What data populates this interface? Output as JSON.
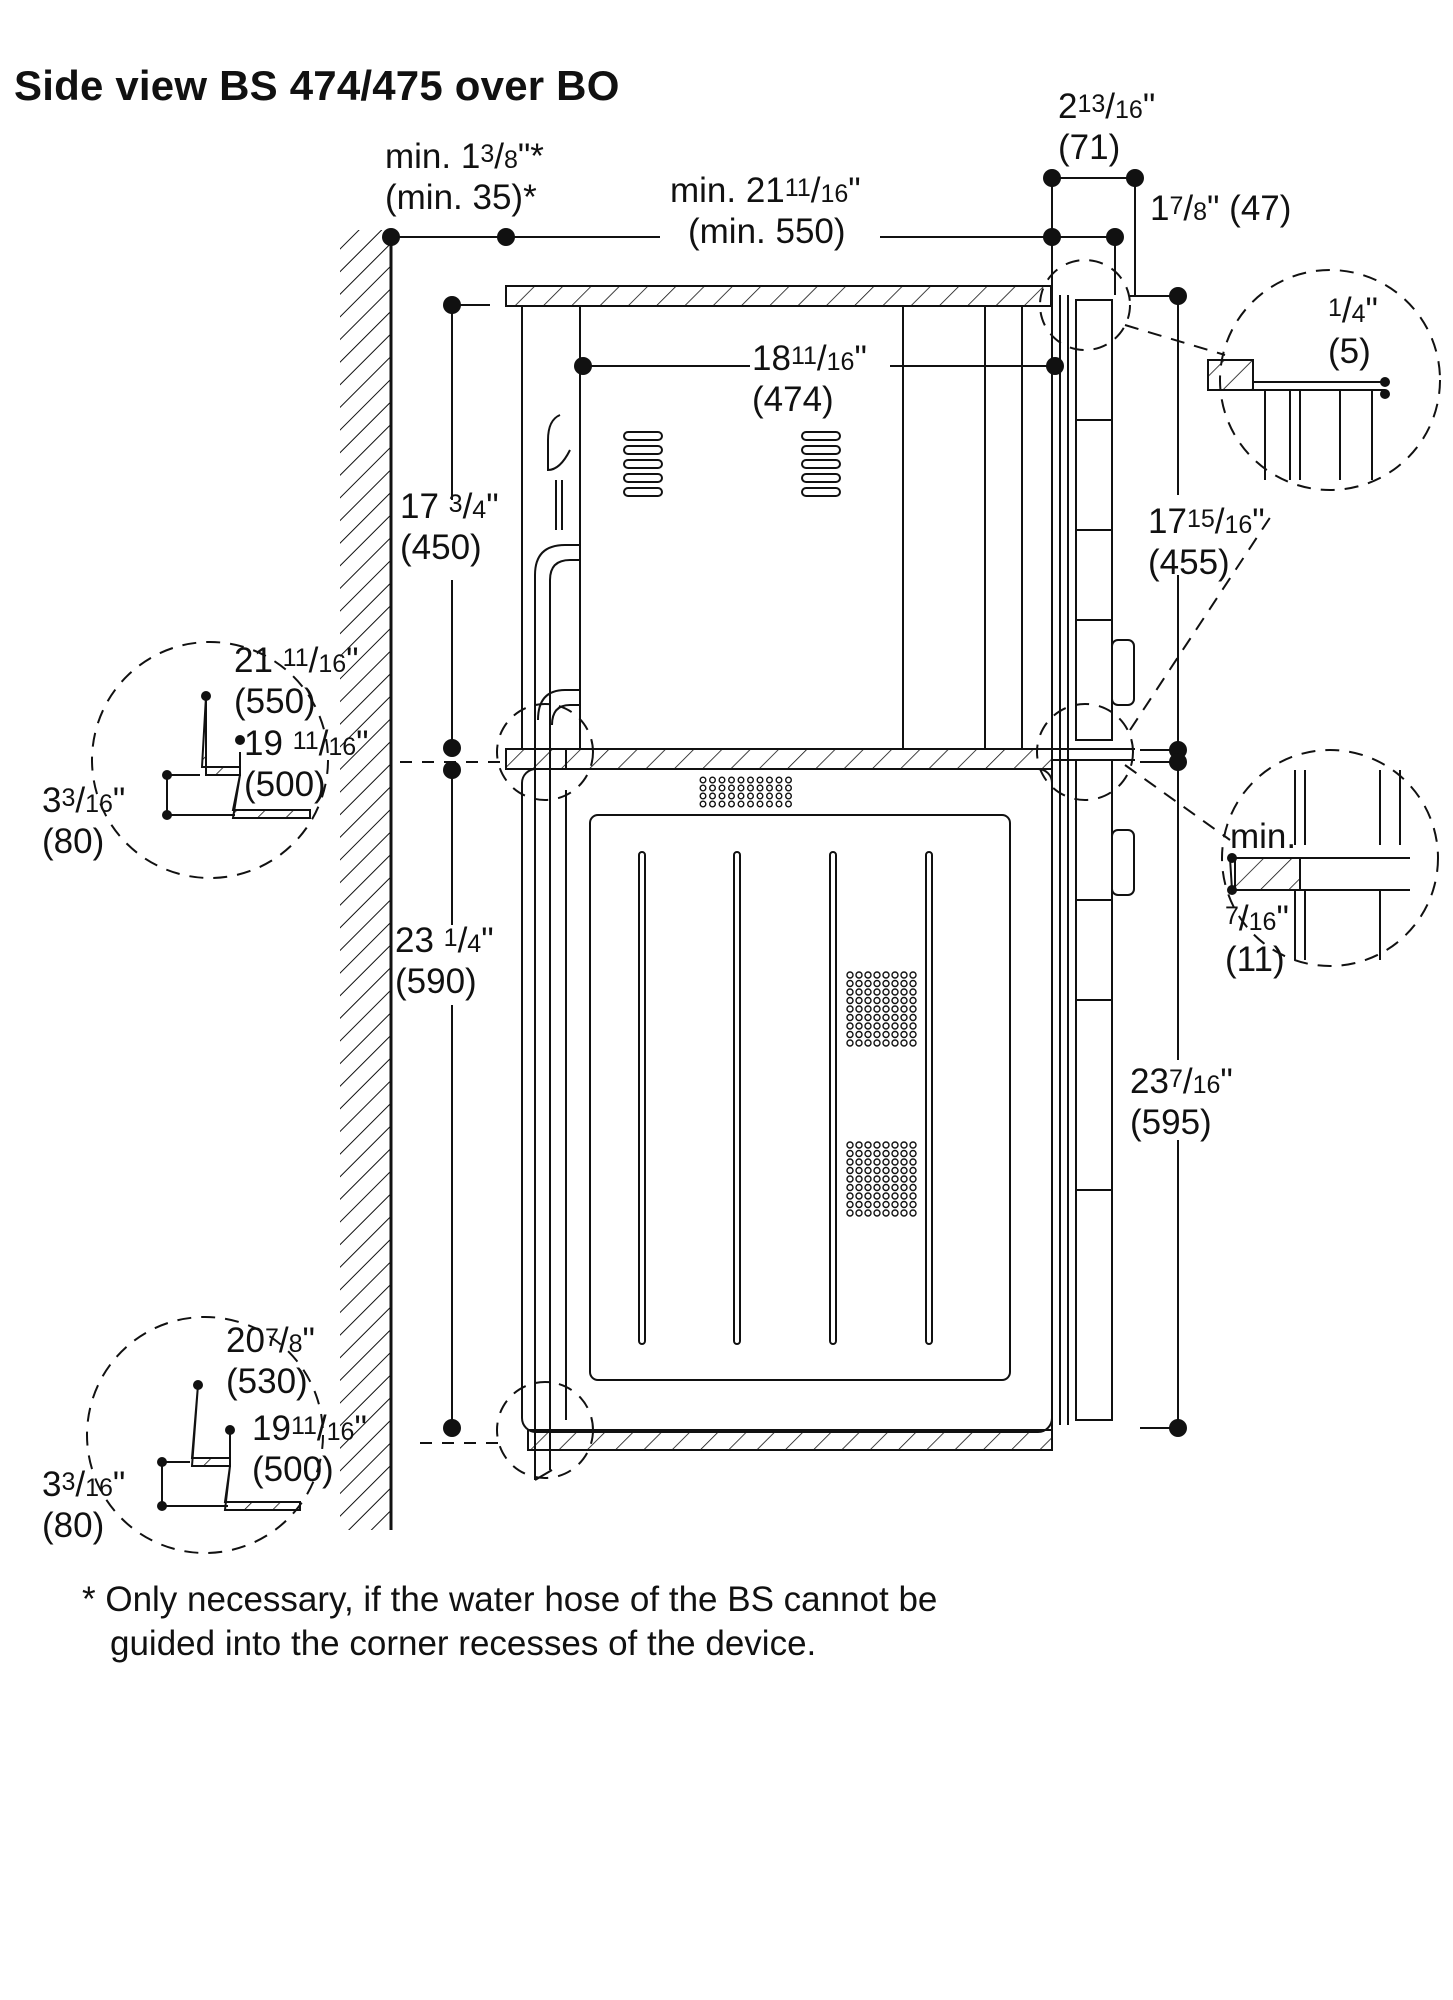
{
  "title": "Side view BS 474/475 over BO",
  "footnote": {
    "line1": "* Only necessary, if the water hose of the BS cannot be",
    "line2": "guided into the corner recesses of the device."
  },
  "dimensions": {
    "wall_gap": {
      "a": "min. 1",
      "sup": "3",
      "den": "8",
      "tail": "\"*",
      "b": "(min. 35)*"
    },
    "depth_min": {
      "a": "min. 21",
      "sup": "11",
      "den": "16",
      "tail": "\"",
      "b": "(min. 550)"
    },
    "front_71": {
      "a": "2",
      "sup": "13",
      "den": "16",
      "tail": "\"",
      "b": "(71)"
    },
    "front_47": {
      "a": "1",
      "sup": "7",
      "den": "8",
      "tail": "\" (47)"
    },
    "depth_474": {
      "a": "18",
      "sup": "11",
      "den": "16",
      "tail": "\"",
      "b": "(474)"
    },
    "height_450": {
      "a": "17 ",
      "sup": "3",
      "den": "4",
      "tail": "\"",
      "b": "(450)"
    },
    "height_455": {
      "a": "17",
      "sup": "15",
      "den": "16",
      "tail": "\"",
      "b": "(455)"
    },
    "detail_5": {
      "a": "",
      "sup": "1",
      "den": "4",
      "tail": "\"",
      "b": "(5)"
    },
    "upper_550": {
      "a": "21 ",
      "sup": "11",
      "den": "16",
      "tail": "\"",
      "b": "(550)"
    },
    "upper_500": {
      "a": "19 ",
      "sup": "11",
      "den": "16",
      "tail": "\"",
      "b": "(500)"
    },
    "upper_80": {
      "a": "3",
      "sup": "3",
      "den": "16",
      "tail": "\"",
      "b": "(80)"
    },
    "height_590": {
      "a": "23 ",
      "sup": "1",
      "den": "4",
      "tail": "\"",
      "b": "(590)"
    },
    "detail_min": {
      "a": "min."
    },
    "detail_11": {
      "a": "",
      "sup": "7",
      "den": "16",
      "tail": "\"",
      "b": "(11)"
    },
    "height_595": {
      "a": "23",
      "sup": "7",
      "den": "16",
      "tail": "\"",
      "b": "(595)"
    },
    "lower_530": {
      "a": "20",
      "sup": "7",
      "den": "8",
      "tail": "\"",
      "b": "(530)"
    },
    "lower_500": {
      "a": "19",
      "sup": "11",
      "den": "16",
      "tail": "\"",
      "b": "(500)"
    },
    "lower_80": {
      "a": "3",
      "sup": "3",
      "den": "16",
      "tail": "\"",
      "b": "(80)"
    }
  },
  "colors": {
    "line": "#111111",
    "background": "#ffffff"
  }
}
